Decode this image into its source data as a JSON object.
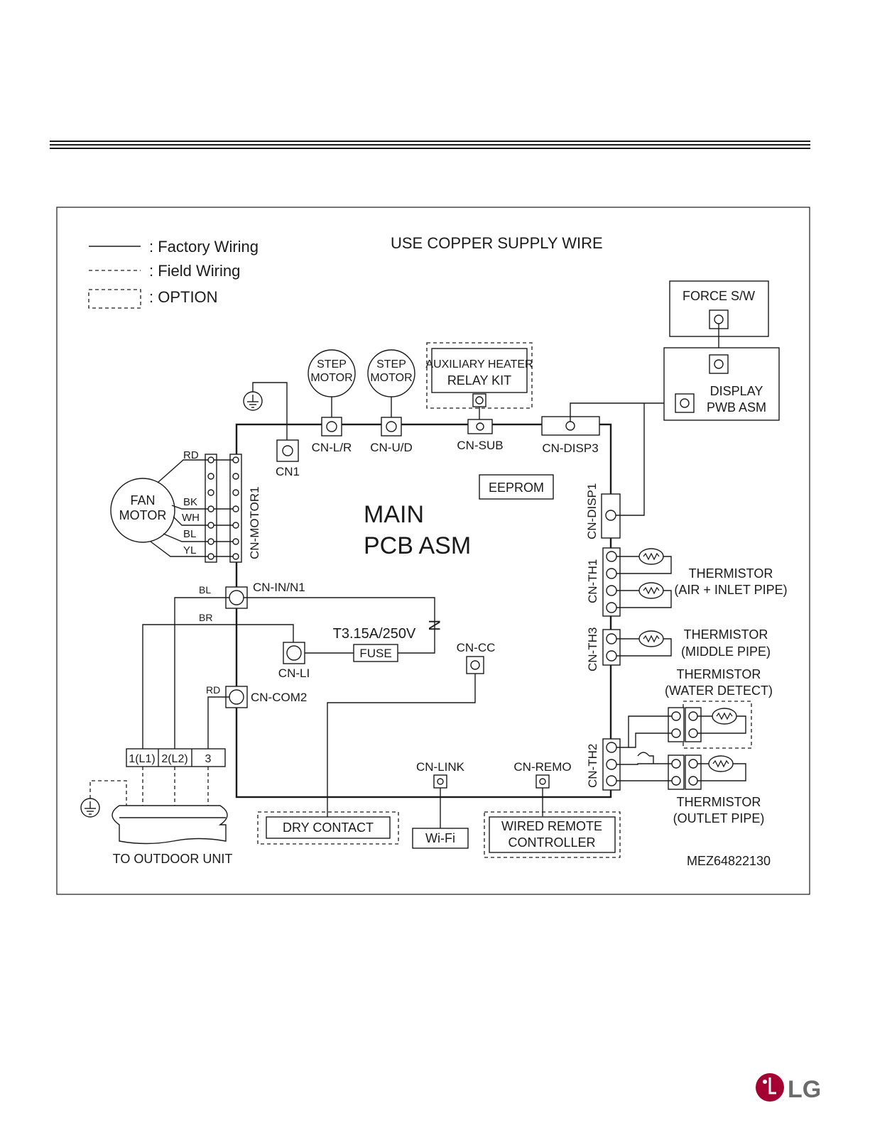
{
  "diagram": {
    "notice": "USE COPPER SUPPLY WIRE",
    "legend": {
      "factory": ": Factory Wiring",
      "field": ": Field Wiring",
      "option": ": OPTION"
    },
    "main_pcb": [
      "MAIN",
      "PCB ASM"
    ],
    "eeprom": "EEPROM",
    "force_sw": "FORCE S/W",
    "display_pwb": [
      "DISPLAY",
      "PWB ASM"
    ],
    "step_motor_1": [
      "STEP",
      "MOTOR"
    ],
    "step_motor_2": [
      "STEP",
      "MOTOR"
    ],
    "aux_heater": [
      "AUXILIARY HEATER",
      "RELAY KIT"
    ],
    "fan_motor": [
      "FAN",
      "MOTOR"
    ],
    "connectors": {
      "cn1": "CN1",
      "cn_lr": "CN-L/R",
      "cn_ud": "CN-U/D",
      "cn_sub": "CN-SUB",
      "cn_disp3": "CN-DISP3",
      "cn_disp1": "CN-DISP1",
      "cn_motor1": "CN-MOTOR1",
      "cn_in_n1": "CN-IN/N1",
      "cn_li": "CN-LI",
      "cn_com2": "CN-COM2",
      "cn_cc": "CN-CC",
      "cn_link": "CN-LINK",
      "cn_remo": "CN-REMO",
      "cn_th1": "CN-TH1",
      "cn_th3": "CN-TH3",
      "cn_th2": "CN-TH2"
    },
    "wire_colors": {
      "rd": "RD",
      "bk": "BK",
      "wh": "WH",
      "bl": "BL",
      "yl": "YL",
      "bl2": "BL",
      "br": "BR",
      "rd2": "RD"
    },
    "fuse_rating": "T3.15A/250V",
    "fuse": "FUSE",
    "n_mark": "N",
    "thermistor_air": [
      "THERMISTOR",
      "(AIR + INLET PIPE)"
    ],
    "thermistor_middle": [
      "THERMISTOR",
      "(MIDDLE PIPE)"
    ],
    "thermistor_water": [
      "THERMISTOR",
      "(WATER DETECT)"
    ],
    "thermistor_outlet": [
      "THERMISTOR",
      "(OUTLET PIPE)"
    ],
    "terminals": [
      "1(L1)",
      "2(L2)",
      "3"
    ],
    "to_outdoor": "TO OUTDOOR UNIT",
    "dry_contact": "DRY CONTACT",
    "wifi": "Wi-Fi",
    "wired_remote": [
      "WIRED REMOTE",
      "CONTROLLER"
    ],
    "part_number": "MEZ64822130"
  },
  "brand": {
    "name": "LG",
    "logo_color": "#a50034"
  }
}
